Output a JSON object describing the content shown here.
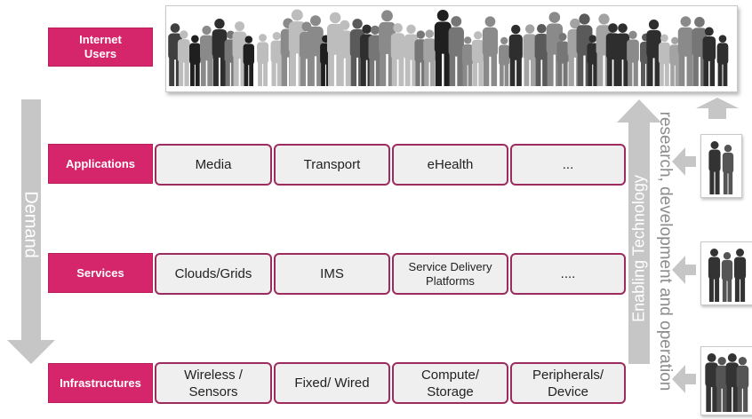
{
  "rows": {
    "users": {
      "label": "Internet\nUsers"
    },
    "applications": {
      "label": "Applications",
      "items": [
        "Media",
        "Transport",
        "eHealth",
        "..."
      ]
    },
    "services": {
      "label": "Services",
      "items": [
        "Clouds/Grids",
        "IMS",
        "Service Delivery\nPlatforms",
        "...."
      ]
    },
    "infrastructures": {
      "label": "Infrastructures",
      "items": [
        "Wireless /\nSensors",
        "Fixed/ Wired",
        "Compute/\nStorage",
        "Peripherals/\nDevice"
      ]
    }
  },
  "arrows": {
    "demand": "Demand",
    "enabling": "Enabling Technology",
    "research": "research, development and operation"
  },
  "colors": {
    "label_bg": "#d6266b",
    "tile_border": "#9c2b5e",
    "tile_bg": "#efefef",
    "arrow_grey": "#c6c6c6"
  },
  "icons": {
    "crowd": "crowd-silhouette-icon",
    "people": "people-silhouette-icon"
  }
}
